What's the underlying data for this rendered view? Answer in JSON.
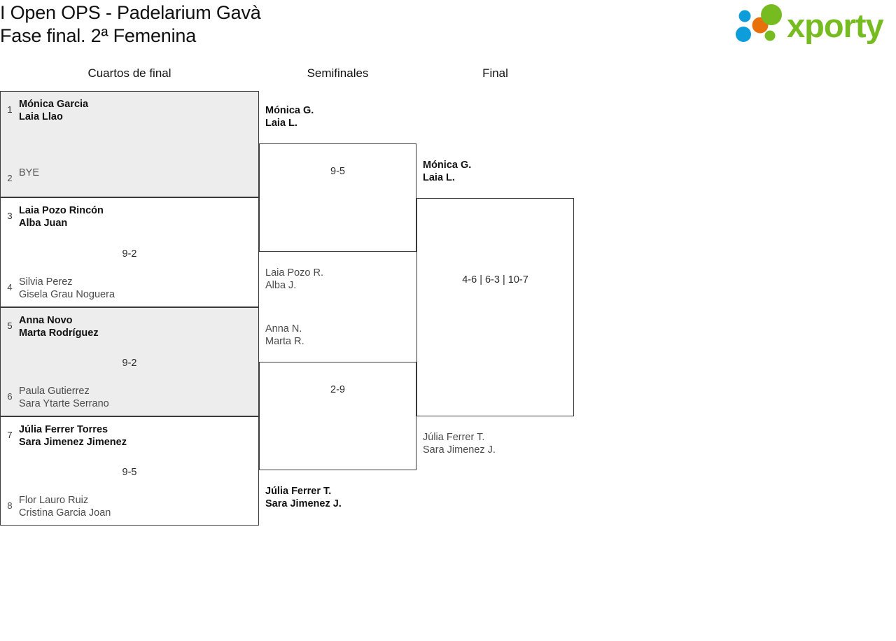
{
  "header": {
    "title_line1": "I Open OPS - Padelarium Gavà",
    "title_line2": "Fase final. 2ª Femenina",
    "logo_text": "xporty",
    "logo_colors": {
      "green": "#76bc21",
      "blue": "#0d9ddb",
      "orange": "#e8710a"
    }
  },
  "rounds": [
    {
      "label": "Cuartos de final"
    },
    {
      "label": "Semifinales"
    },
    {
      "label": "Final"
    }
  ],
  "quarterfinals": [
    {
      "shaded": true,
      "score": "",
      "top": {
        "seed": "1",
        "p1": "Mónica Garcia",
        "p2": "Laia Llao",
        "winner": true
      },
      "bottom": {
        "seed": "2",
        "p1": "BYE",
        "p2": "",
        "winner": false,
        "bye": true
      }
    },
    {
      "shaded": false,
      "score": "9-2",
      "top": {
        "seed": "3",
        "p1": "Laia Pozo Rincón",
        "p2": "Alba Juan",
        "winner": true
      },
      "bottom": {
        "seed": "4",
        "p1": "Silvia Perez",
        "p2": "Gisela Grau Noguera",
        "winner": false
      }
    },
    {
      "shaded": true,
      "score": "9-2",
      "top": {
        "seed": "5",
        "p1": "Anna Novo",
        "p2": "Marta Rodríguez",
        "winner": true
      },
      "bottom": {
        "seed": "6",
        "p1": "Paula Gutierrez",
        "p2": "Sara Ytarte Serrano",
        "winner": false
      }
    },
    {
      "shaded": false,
      "score": "9-5",
      "top": {
        "seed": "7",
        "p1": "Júlia Ferrer Torres",
        "p2": "Sara Jimenez Jimenez",
        "winner": true
      },
      "bottom": {
        "seed": "8",
        "p1": "Flor Lauro Ruiz",
        "p2": "Cristina Garcia Joan",
        "winner": false
      }
    }
  ],
  "semifinals": [
    {
      "score": "9-5",
      "top": {
        "p1": "Mónica G.",
        "p2": "Laia L.",
        "winner": true
      },
      "bottom": {
        "p1": "Laia Pozo R.",
        "p2": "Alba J.",
        "winner": false
      }
    },
    {
      "score": "2-9",
      "top": {
        "p1": "Anna N.",
        "p2": "Marta R.",
        "winner": false
      },
      "bottom": {
        "p1": "Júlia Ferrer T.",
        "p2": "Sara Jimenez J.",
        "winner": true
      }
    }
  ],
  "final": {
    "score": "4-6 | 6-3 | 10-7",
    "top": {
      "p1": "Mónica G.",
      "p2": "Laia L.",
      "winner": true
    },
    "bottom": {
      "p1": "Júlia Ferrer T.",
      "p2": "Sara Jimenez J.",
      "winner": false
    }
  }
}
